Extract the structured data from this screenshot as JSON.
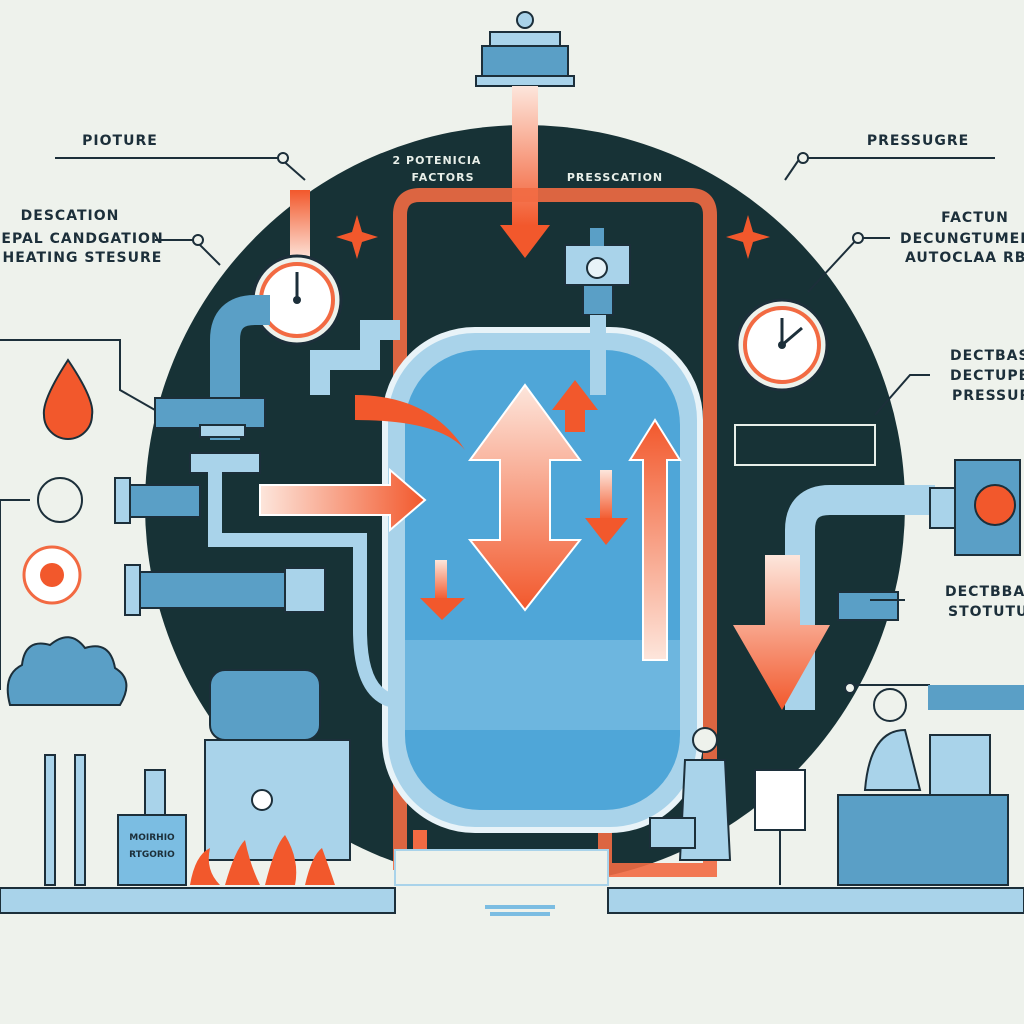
{
  "title": "Autoclave pressure and heating diagram",
  "labels": {
    "top_left": "PIOTURE",
    "left_block": [
      "DESCATION",
      "UHEPAL CANDGATION",
      "IN HEATING STESURE"
    ],
    "center_left": [
      "2 POTENICIA",
      "FACTORS"
    ],
    "center_right": "PRESSCATION",
    "top_right": "PRESSUGRE",
    "right_block": [
      "FACTUN",
      "DECUNGTUMEIH",
      "AUTOCLAA RBSV"
    ],
    "right_mid": [
      "DECTBAS",
      "DECTUPBD",
      "PRESSUR"
    ],
    "right_low": [
      "DECTBBAL",
      "STOTUTU"
    ],
    "tank_label": [
      "MOIRHIO",
      "RTGORIO"
    ]
  },
  "colors": {
    "background": "#eef2ec",
    "circle": "#173236",
    "pipe": "#5a9fc6",
    "pipe_light": "#a9d3ea",
    "water": "#4fa6d8",
    "arrow": "#f2582c",
    "text": "#1c2f3a"
  }
}
